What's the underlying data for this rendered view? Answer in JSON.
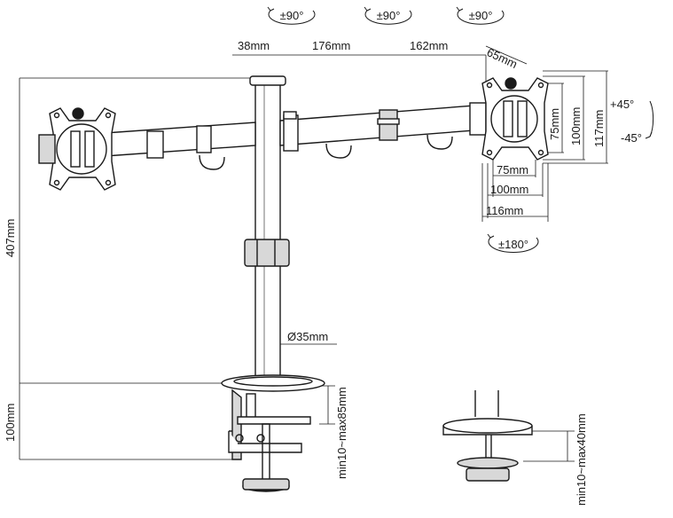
{
  "rotation_labels": {
    "arm_left": "±90°",
    "arm_mid": "±90°",
    "arm_right": "±90°",
    "head_rotate": "±180°",
    "tilt_up": "+45°",
    "tilt_down": "-45°"
  },
  "dimensions": {
    "pole_offset": "38mm",
    "arm_segment_1": "176mm",
    "arm_segment_2": "162mm",
    "head_offset": "65mm",
    "total_height": "407mm",
    "pole_diameter": "Ø35mm",
    "clamp_height": "100mm",
    "clamp_range": "min10~max85mm",
    "grommet_range": "min10~max40mm",
    "vesa_v_75": "75mm",
    "vesa_v_100": "100mm",
    "vesa_v_117": "117mm",
    "vesa_h_75": "75mm",
    "vesa_h_100": "100mm",
    "vesa_h_116": "116mm"
  },
  "colors": {
    "line": "#1a1a1a",
    "fill": "#ffffff",
    "shade": "#d8d8d8"
  }
}
